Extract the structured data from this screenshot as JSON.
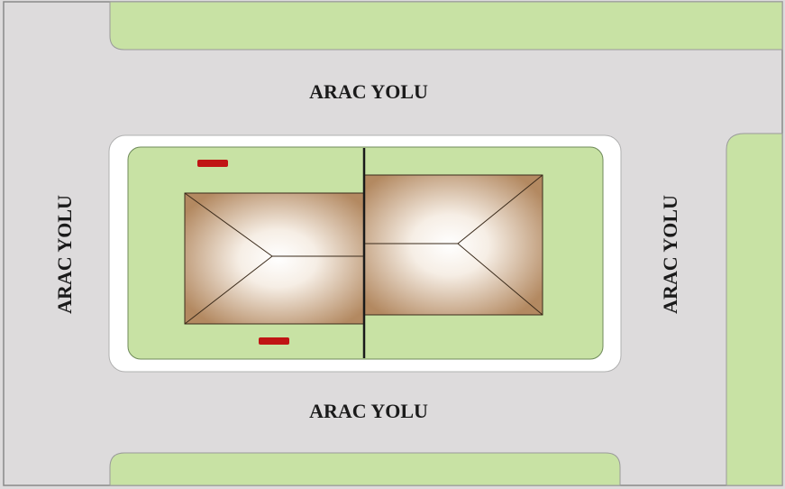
{
  "labels": {
    "road_top": "ARAC YOLU",
    "road_bottom": "ARAC YOLU",
    "road_left": "ARAC YOLU",
    "road_right": "ARAC YOLU"
  },
  "colors": {
    "road": "#dddbdc",
    "grass": "#c8e2a4",
    "sidewalk": "#ffffff",
    "roof_edge": "#b48a60",
    "roof_light": "#ffffff",
    "parcel_line": "#1a1a1a",
    "marker": "#c01414",
    "text": "#1a1a1a"
  }
}
